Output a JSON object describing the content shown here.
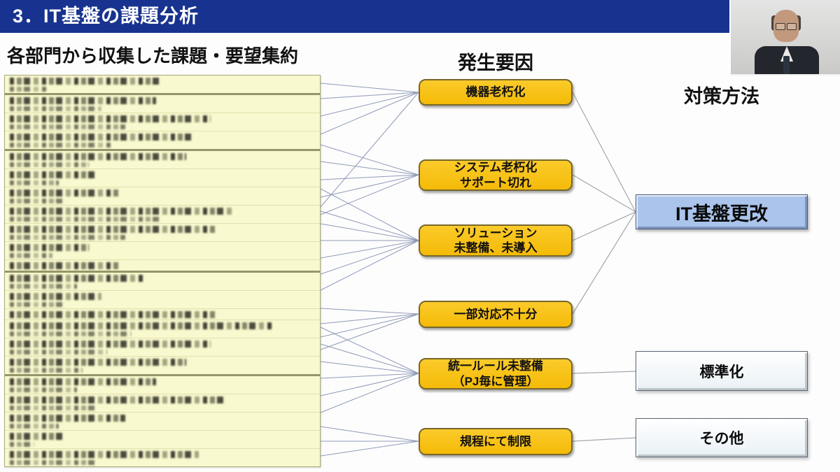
{
  "slide": {
    "title": "3．IT基盤の課題分析"
  },
  "headings": {
    "issues": "各部門から収集した課題・要望集約",
    "causes": "発生要因",
    "solutions": "対策方法"
  },
  "causes": [
    {
      "label": "機器老朽化"
    },
    {
      "label": "システム老朽化\nサポート切れ"
    },
    {
      "label": "ソリューション\n未整備、未導入"
    },
    {
      "label": "一部対応不十分"
    },
    {
      "label": "統一ルール未整備\n（PJ毎に管理）"
    },
    {
      "label": "規程にて制限"
    }
  ],
  "solutions": [
    {
      "label": "IT基盤更改",
      "style": "primary"
    },
    {
      "label": "標準化",
      "style": "secondary"
    },
    {
      "label": "その他",
      "style": "secondary"
    }
  ],
  "relations": [
    {
      "cause": 0,
      "solution": 0
    },
    {
      "cause": 1,
      "solution": 0
    },
    {
      "cause": 2,
      "solution": 0
    },
    {
      "cause": 3,
      "solution": 0
    },
    {
      "cause": 4,
      "solution": 1
    },
    {
      "cause": 5,
      "solution": 2
    }
  ],
  "issue_list": {
    "redacted": true,
    "rows": [
      {
        "w": 50,
        "w2": 12,
        "thick": true
      },
      {
        "w": 48,
        "w2": 30,
        "thick": false
      },
      {
        "w": 66,
        "w2": 38,
        "thick": false
      },
      {
        "w": 60,
        "w2": 34,
        "thick": true
      },
      {
        "w": 58,
        "w2": 26,
        "thick": false
      },
      {
        "w": 28,
        "w2": 16,
        "thick": false
      },
      {
        "w": 36,
        "w2": 18,
        "thick": false
      },
      {
        "w": 74,
        "w2": 50,
        "thick": false
      },
      {
        "w": 68,
        "w2": 38,
        "thick": false
      },
      {
        "w": 26,
        "w2": 14,
        "thick": false
      },
      {
        "w": 36,
        "w2": 0,
        "thick": true
      },
      {
        "w": 44,
        "w2": 22,
        "thick": false
      },
      {
        "w": 30,
        "w2": 18,
        "thick": false
      },
      {
        "w": 68,
        "w2": 0,
        "thick": false
      },
      {
        "w": 86,
        "w2": 40,
        "thick": false
      },
      {
        "w": 66,
        "w2": 32,
        "thick": false
      },
      {
        "w": 58,
        "w2": 24,
        "thick": true
      },
      {
        "w": 48,
        "w2": 22,
        "thick": false
      },
      {
        "w": 70,
        "w2": 28,
        "thick": false
      },
      {
        "w": 38,
        "w2": 16,
        "thick": false
      },
      {
        "w": 18,
        "w2": 8,
        "thick": false
      },
      {
        "w": 62,
        "w2": 28,
        "thick": false
      }
    ]
  },
  "fan_lines": [
    {
      "cause": 0,
      "source_ys": [
        119,
        141,
        166,
        192,
        296
      ]
    },
    {
      "cause": 1,
      "source_ys": [
        207,
        231,
        257,
        282,
        307
      ]
    },
    {
      "cause": 2,
      "source_ys": [
        270,
        302,
        320,
        344,
        369,
        392,
        415
      ]
    },
    {
      "cause": 3,
      "source_ys": [
        441,
        463,
        482,
        500
      ]
    },
    {
      "cause": 4,
      "source_ys": [
        468,
        492,
        517,
        541,
        566,
        590
      ]
    },
    {
      "cause": 5,
      "source_ys": [
        610,
        631,
        652
      ]
    }
  ],
  "colors": {
    "header_bg": "#18338f",
    "cause_fill": "#f8c013",
    "primary_solution_fill": "#aac4ec",
    "panel_bg": "#f9f9cf",
    "fan_line": "#8f9ab8",
    "relation_line": "#a2a7ae"
  }
}
